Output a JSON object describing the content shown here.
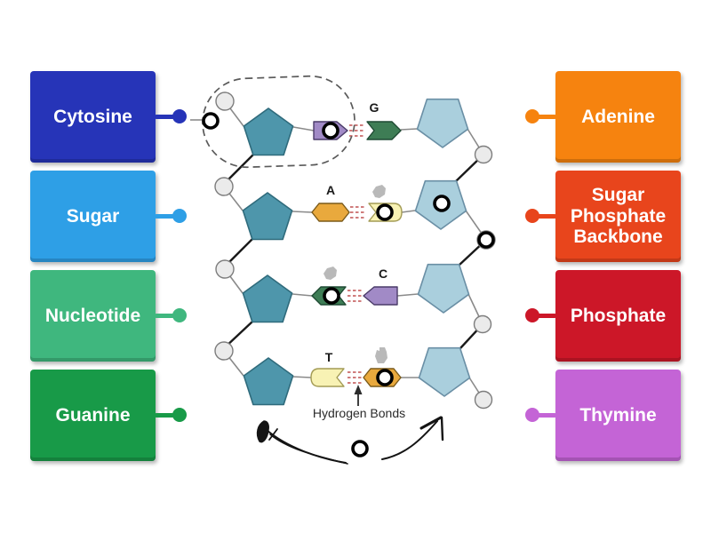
{
  "background": "#ffffff",
  "left_labels": [
    {
      "id": "cytosine",
      "label": "Cytosine",
      "color": "#2634b8"
    },
    {
      "id": "sugar",
      "label": "Sugar",
      "color": "#2e9fe6"
    },
    {
      "id": "nucleotide",
      "label": "Nucleotide",
      "color": "#3fb77e"
    },
    {
      "id": "guanine",
      "label": "Guanine",
      "color": "#189a48"
    }
  ],
  "right_labels": [
    {
      "id": "adenine",
      "label": "Adenine",
      "color": "#f6830f"
    },
    {
      "id": "sugar-phosphate-backbone",
      "label": "Sugar Phosphate Backbone",
      "color": "#e8451c"
    },
    {
      "id": "phosphate",
      "label": "Phosphate",
      "color": "#cc1728"
    },
    {
      "id": "thymine",
      "label": "Thymine",
      "color": "#c464d6"
    }
  ],
  "diagram": {
    "letters": {
      "g": "G",
      "a": "A",
      "c": "C",
      "t": "T"
    },
    "hydrogen_bonds_label": "Hydrogen Bonds",
    "colors": {
      "sugar_pentagon_left": "#4e96ab",
      "sugar_pentagon_left_stroke": "#2f6b7c",
      "sugar_pentagon_right": "#aacfdd",
      "sugar_pentagon_right_stroke": "#6a8fa5",
      "phosphate_circle": "#ebebeb",
      "phosphate_circle_stroke": "#7d7d7d",
      "base_purple": "#a18ac6",
      "base_purple_stroke": "#4a3b68",
      "base_green": "#3e7d55",
      "base_green_stroke": "#1f4a33",
      "base_orange": "#e9a93d",
      "base_orange_stroke": "#7a5a1a",
      "base_yellow": "#f8f2b4",
      "base_yellow_stroke": "#a39b55",
      "hydrogen_bond_dash": "#c96a6a",
      "erased_letter_smudge": "#b9b9b9"
    }
  }
}
